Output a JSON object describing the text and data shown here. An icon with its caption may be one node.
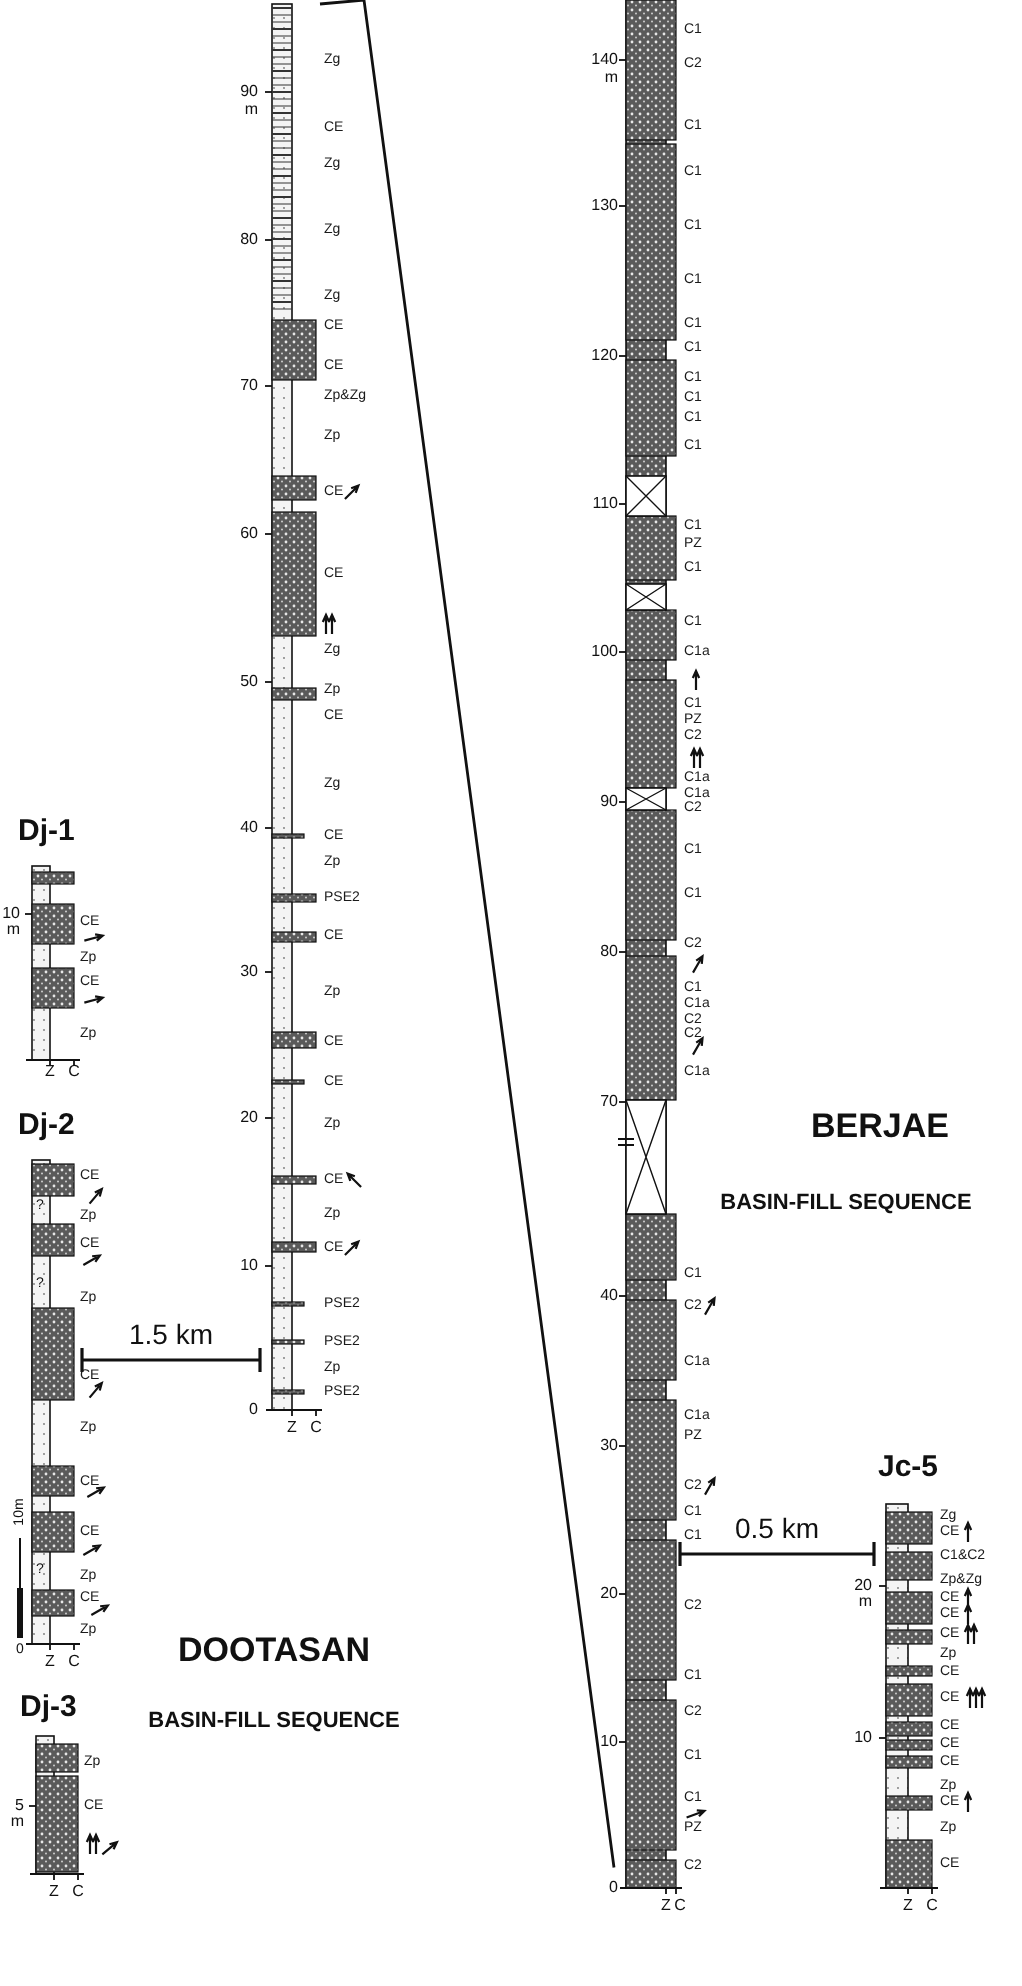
{
  "diagram": {
    "nodes": [
      {
        "text": [
          "Dj-1"
        ],
        "beside": [
          "CE",
          "Zp",
          "CE",
          "Zp"
        ]
      },
      {
        "text": [
          "Dj-2"
        ],
        "beside": [
          "CE",
          "Zp",
          "CE",
          "Zp",
          "CE",
          "Zp",
          "CE",
          "CE",
          "Zp",
          "CE",
          "Zp"
        ]
      },
      {
        "text": [
          "Dj-3"
        ],
        "beside": [
          "Zp",
          "CE"
        ]
      },
      {
        "text": [],
        "shape": "bar",
        "beside": [
          "Zg",
          "CE",
          "Zg",
          "Zg",
          "Zg",
          "CE",
          "CE",
          "Zp&Zg",
          "Zp",
          "CE",
          "CE",
          "Zg",
          "Zp",
          "CE",
          "Zg",
          "CE",
          "Zp",
          "PSE2",
          "CE",
          "Zp",
          "CE",
          "CE",
          "Zp",
          "CE",
          "Zp",
          "CE",
          "PSE2",
          "PSE2",
          "Zp",
          "PSE2"
        ]
      },
      {
        "text": [],
        "shape": "bar",
        "beside": [
          "C1",
          "C2",
          "C1",
          "C1",
          "C1",
          "C1",
          "C1",
          "C1",
          "C1",
          "C1",
          "C1",
          "C1",
          "C1",
          "PZ",
          "C1",
          "C1",
          "C1a",
          "C1",
          "PZ",
          "C2",
          "C1a",
          "C1a",
          "C2",
          "C1",
          "C1",
          "C2",
          "C1",
          "C1a",
          "C2",
          "C2",
          "C1a",
          "C1",
          "C2",
          "C1a",
          "C1a",
          "PZ",
          "C2",
          "C1",
          "C1",
          "C2",
          "C1",
          "C2",
          "C1",
          "C1",
          "PZ",
          "C2"
        ]
      },
      {
        "text": [
          "Jc-5"
        ],
        "beside": [
          "Zg",
          "CE",
          "C1&C2",
          "Zp&Zg",
          "CE",
          "CE",
          "CE",
          "Zp",
          "CE",
          "CE",
          "CE",
          "CE",
          "CE",
          "Zp",
          "CE",
          "Zp",
          "CE"
        ]
      }
    ],
    "edges": [
      {
        "from": 1,
        "to": 3,
        "arrow": "other",
        "label": "1.5 km"
      },
      {
        "from": 3,
        "to": 4,
        "arrow": "none"
      },
      {
        "from": 4,
        "to": 5,
        "arrow": "other",
        "label": "0.5 km"
      }
    ],
    "labels": [
      "90",
      "m",
      "80",
      "70",
      "60",
      "50",
      "40",
      "30",
      "20",
      "10",
      "0",
      "Z",
      "C",
      "140",
      "m",
      "130",
      "120",
      "110",
      "100",
      "90",
      "80",
      "70",
      "40",
      "30",
      "20",
      "10",
      "0",
      "Z",
      "C",
      "10",
      "m",
      "Z",
      "C",
      "?",
      "?",
      "?",
      "10m",
      "0",
      "Z",
      "C",
      "5",
      "m",
      "Z",
      "C",
      "20",
      "m",
      "10",
      "Z",
      "C",
      "DOOTASAN",
      "BASIN-FILL SEQUENCE",
      "BERJAE",
      "BASIN-FILL SEQUENCE"
    ]
  }
}
